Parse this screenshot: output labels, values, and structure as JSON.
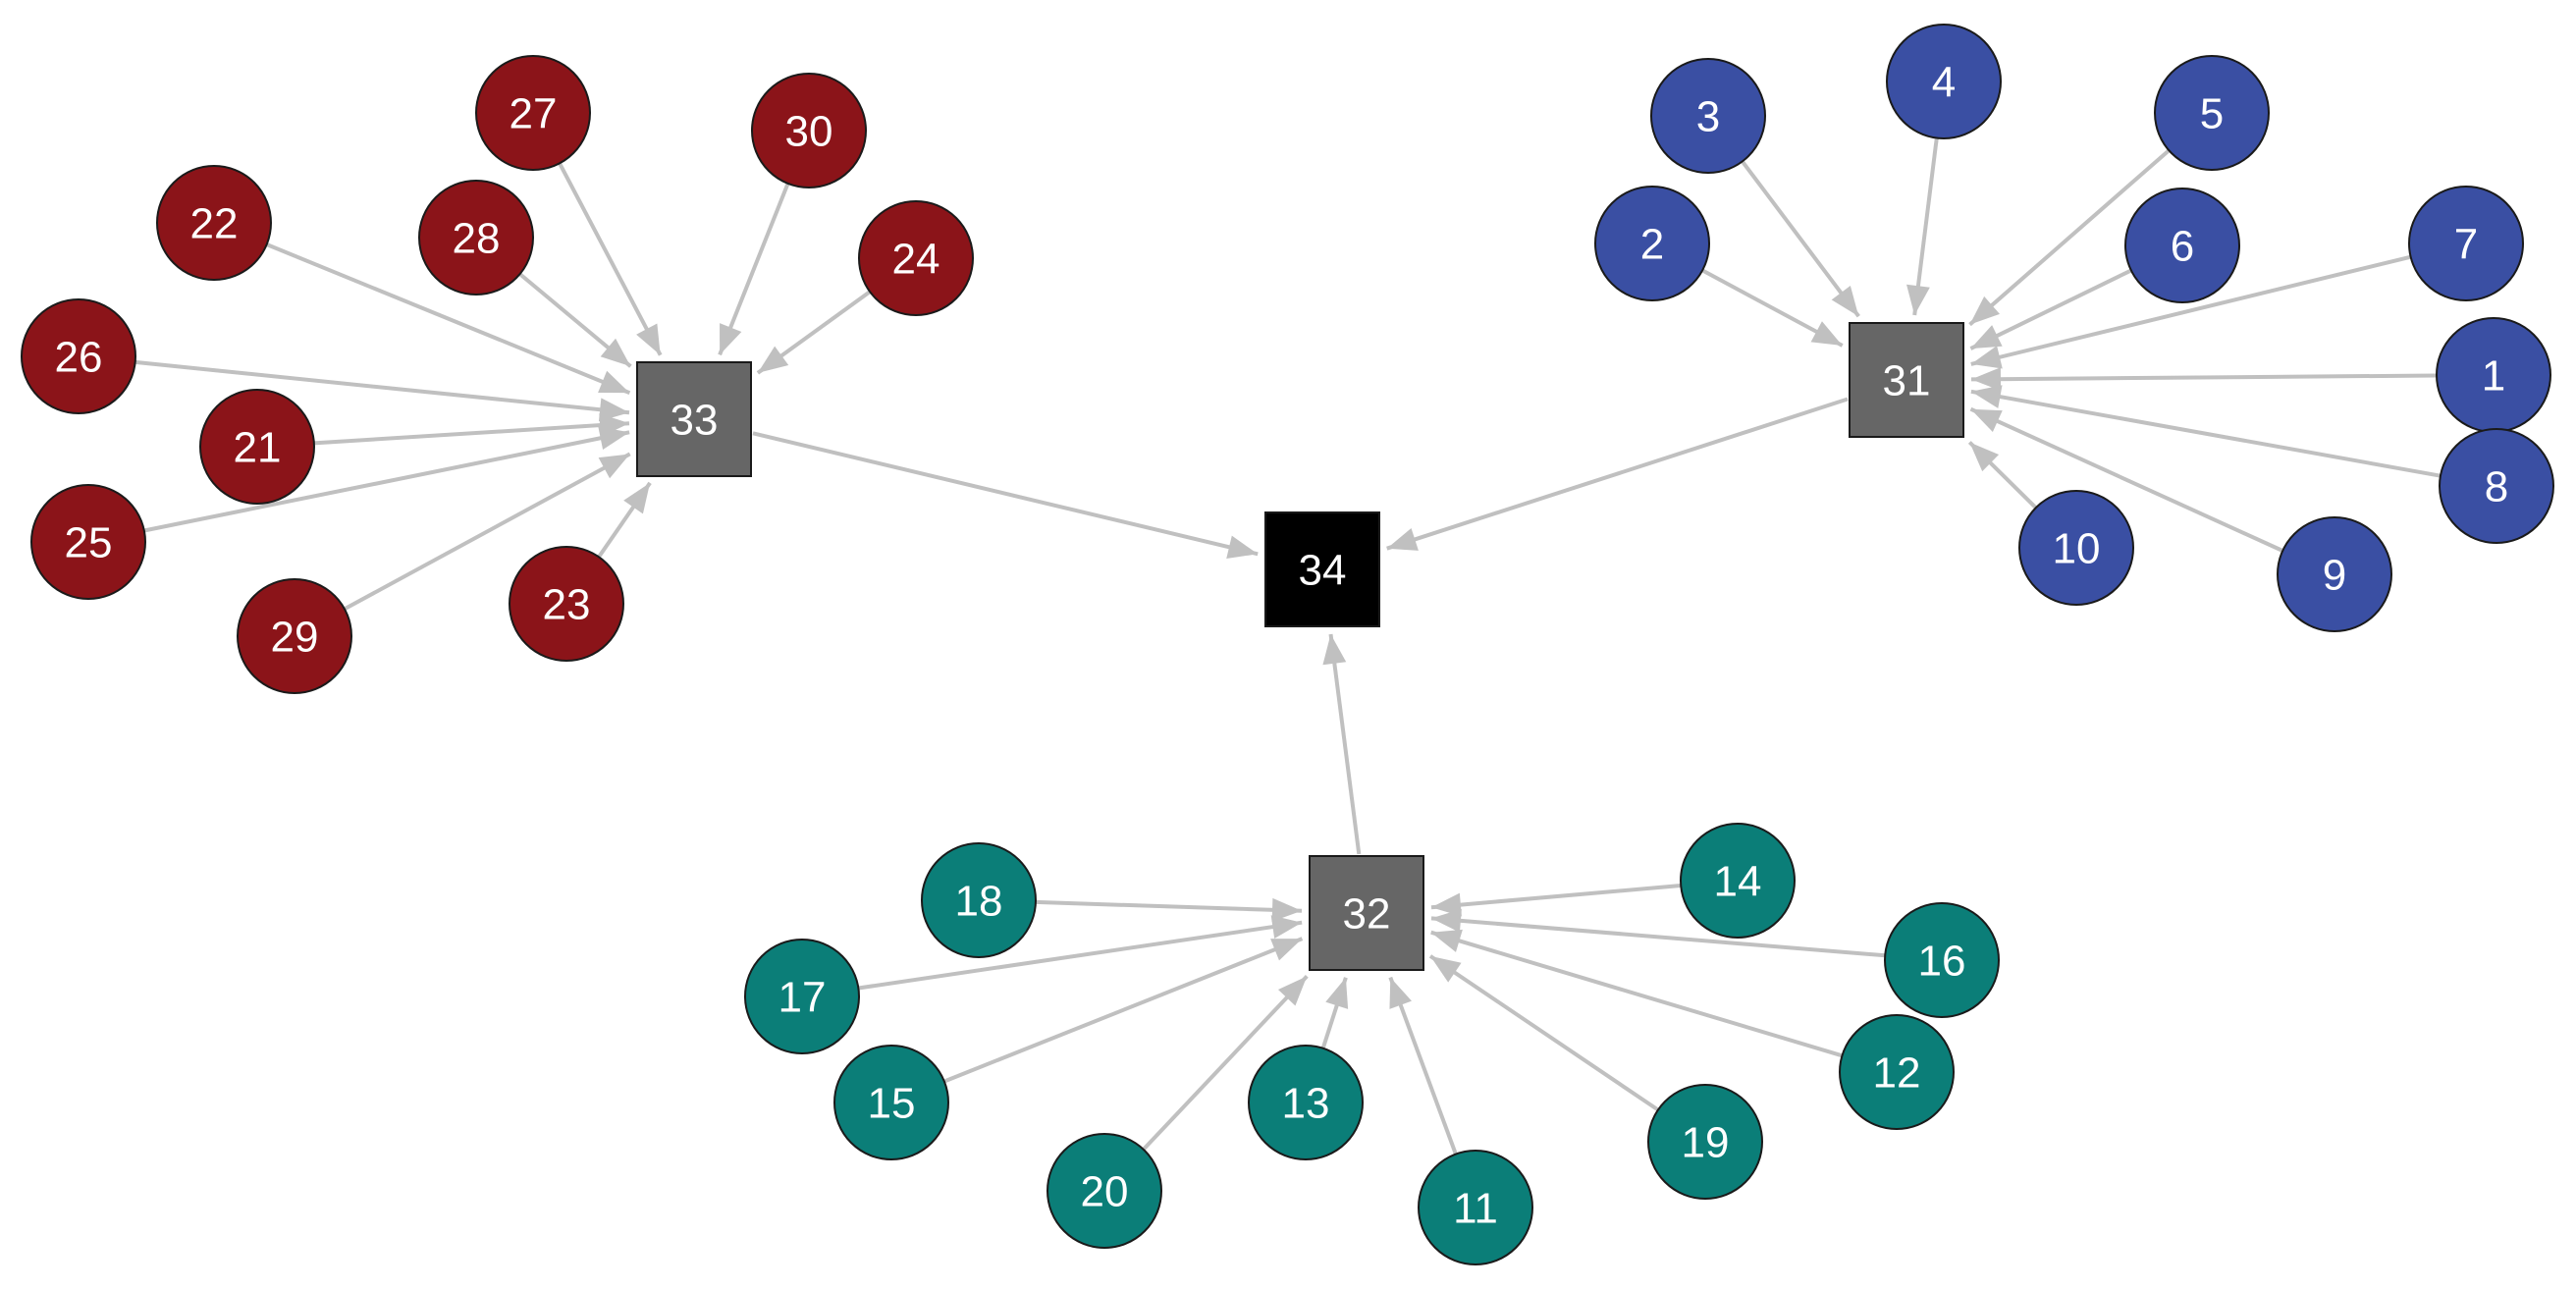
{
  "colors": {
    "background": "#ffffff",
    "edge": "#c0c0c0",
    "root": "#000000",
    "hub": "#666666",
    "red": "#8b1419",
    "blue": "#3a4fa3",
    "teal": "#0b7e78",
    "label": "#ffffff",
    "outline": "#1a1a1a"
  },
  "nodes": [
    {
      "id": "34",
      "label": "34",
      "kind": "root"
    },
    {
      "id": "33",
      "label": "33",
      "kind": "hub"
    },
    {
      "id": "31",
      "label": "31",
      "kind": "hub"
    },
    {
      "id": "32",
      "label": "32",
      "kind": "hub"
    },
    {
      "id": "21",
      "label": "21",
      "kind": "leaf",
      "group": "red"
    },
    {
      "id": "22",
      "label": "22",
      "kind": "leaf",
      "group": "red"
    },
    {
      "id": "23",
      "label": "23",
      "kind": "leaf",
      "group": "red"
    },
    {
      "id": "24",
      "label": "24",
      "kind": "leaf",
      "group": "red"
    },
    {
      "id": "25",
      "label": "25",
      "kind": "leaf",
      "group": "red"
    },
    {
      "id": "26",
      "label": "26",
      "kind": "leaf",
      "group": "red"
    },
    {
      "id": "27",
      "label": "27",
      "kind": "leaf",
      "group": "red"
    },
    {
      "id": "28",
      "label": "28",
      "kind": "leaf",
      "group": "red"
    },
    {
      "id": "29",
      "label": "29",
      "kind": "leaf",
      "group": "red"
    },
    {
      "id": "30",
      "label": "30",
      "kind": "leaf",
      "group": "red"
    },
    {
      "id": "1",
      "label": "1",
      "kind": "leaf",
      "group": "blue"
    },
    {
      "id": "2",
      "label": "2",
      "kind": "leaf",
      "group": "blue"
    },
    {
      "id": "3",
      "label": "3",
      "kind": "leaf",
      "group": "blue"
    },
    {
      "id": "4",
      "label": "4",
      "kind": "leaf",
      "group": "blue"
    },
    {
      "id": "5",
      "label": "5",
      "kind": "leaf",
      "group": "blue"
    },
    {
      "id": "6",
      "label": "6",
      "kind": "leaf",
      "group": "blue"
    },
    {
      "id": "7",
      "label": "7",
      "kind": "leaf",
      "group": "blue"
    },
    {
      "id": "8",
      "label": "8",
      "kind": "leaf",
      "group": "blue"
    },
    {
      "id": "9",
      "label": "9",
      "kind": "leaf",
      "group": "blue"
    },
    {
      "id": "10",
      "label": "10",
      "kind": "leaf",
      "group": "blue"
    },
    {
      "id": "11",
      "label": "11",
      "kind": "leaf",
      "group": "teal"
    },
    {
      "id": "12",
      "label": "12",
      "kind": "leaf",
      "group": "teal"
    },
    {
      "id": "13",
      "label": "13",
      "kind": "leaf",
      "group": "teal"
    },
    {
      "id": "14",
      "label": "14",
      "kind": "leaf",
      "group": "teal"
    },
    {
      "id": "15",
      "label": "15",
      "kind": "leaf",
      "group": "teal"
    },
    {
      "id": "16",
      "label": "16",
      "kind": "leaf",
      "group": "teal"
    },
    {
      "id": "17",
      "label": "17",
      "kind": "leaf",
      "group": "teal"
    },
    {
      "id": "18",
      "label": "18",
      "kind": "leaf",
      "group": "teal"
    },
    {
      "id": "19",
      "label": "19",
      "kind": "leaf",
      "group": "teal"
    },
    {
      "id": "20",
      "label": "20",
      "kind": "leaf",
      "group": "teal"
    }
  ],
  "edges": [
    {
      "from": "33",
      "to": "34"
    },
    {
      "from": "31",
      "to": "34"
    },
    {
      "from": "32",
      "to": "34"
    },
    {
      "from": "21",
      "to": "33"
    },
    {
      "from": "22",
      "to": "33"
    },
    {
      "from": "23",
      "to": "33"
    },
    {
      "from": "24",
      "to": "33"
    },
    {
      "from": "25",
      "to": "33"
    },
    {
      "from": "26",
      "to": "33"
    },
    {
      "from": "27",
      "to": "33"
    },
    {
      "from": "28",
      "to": "33"
    },
    {
      "from": "29",
      "to": "33"
    },
    {
      "from": "30",
      "to": "33"
    },
    {
      "from": "1",
      "to": "31"
    },
    {
      "from": "2",
      "to": "31"
    },
    {
      "from": "3",
      "to": "31"
    },
    {
      "from": "4",
      "to": "31"
    },
    {
      "from": "5",
      "to": "31"
    },
    {
      "from": "6",
      "to": "31"
    },
    {
      "from": "7",
      "to": "31"
    },
    {
      "from": "8",
      "to": "31"
    },
    {
      "from": "9",
      "to": "31"
    },
    {
      "from": "10",
      "to": "31"
    },
    {
      "from": "11",
      "to": "32"
    },
    {
      "from": "12",
      "to": "32"
    },
    {
      "from": "13",
      "to": "32"
    },
    {
      "from": "14",
      "to": "32"
    },
    {
      "from": "15",
      "to": "32"
    },
    {
      "from": "16",
      "to": "32"
    },
    {
      "from": "17",
      "to": "32"
    },
    {
      "from": "18",
      "to": "32"
    },
    {
      "from": "19",
      "to": "32"
    },
    {
      "from": "20",
      "to": "32"
    }
  ]
}
